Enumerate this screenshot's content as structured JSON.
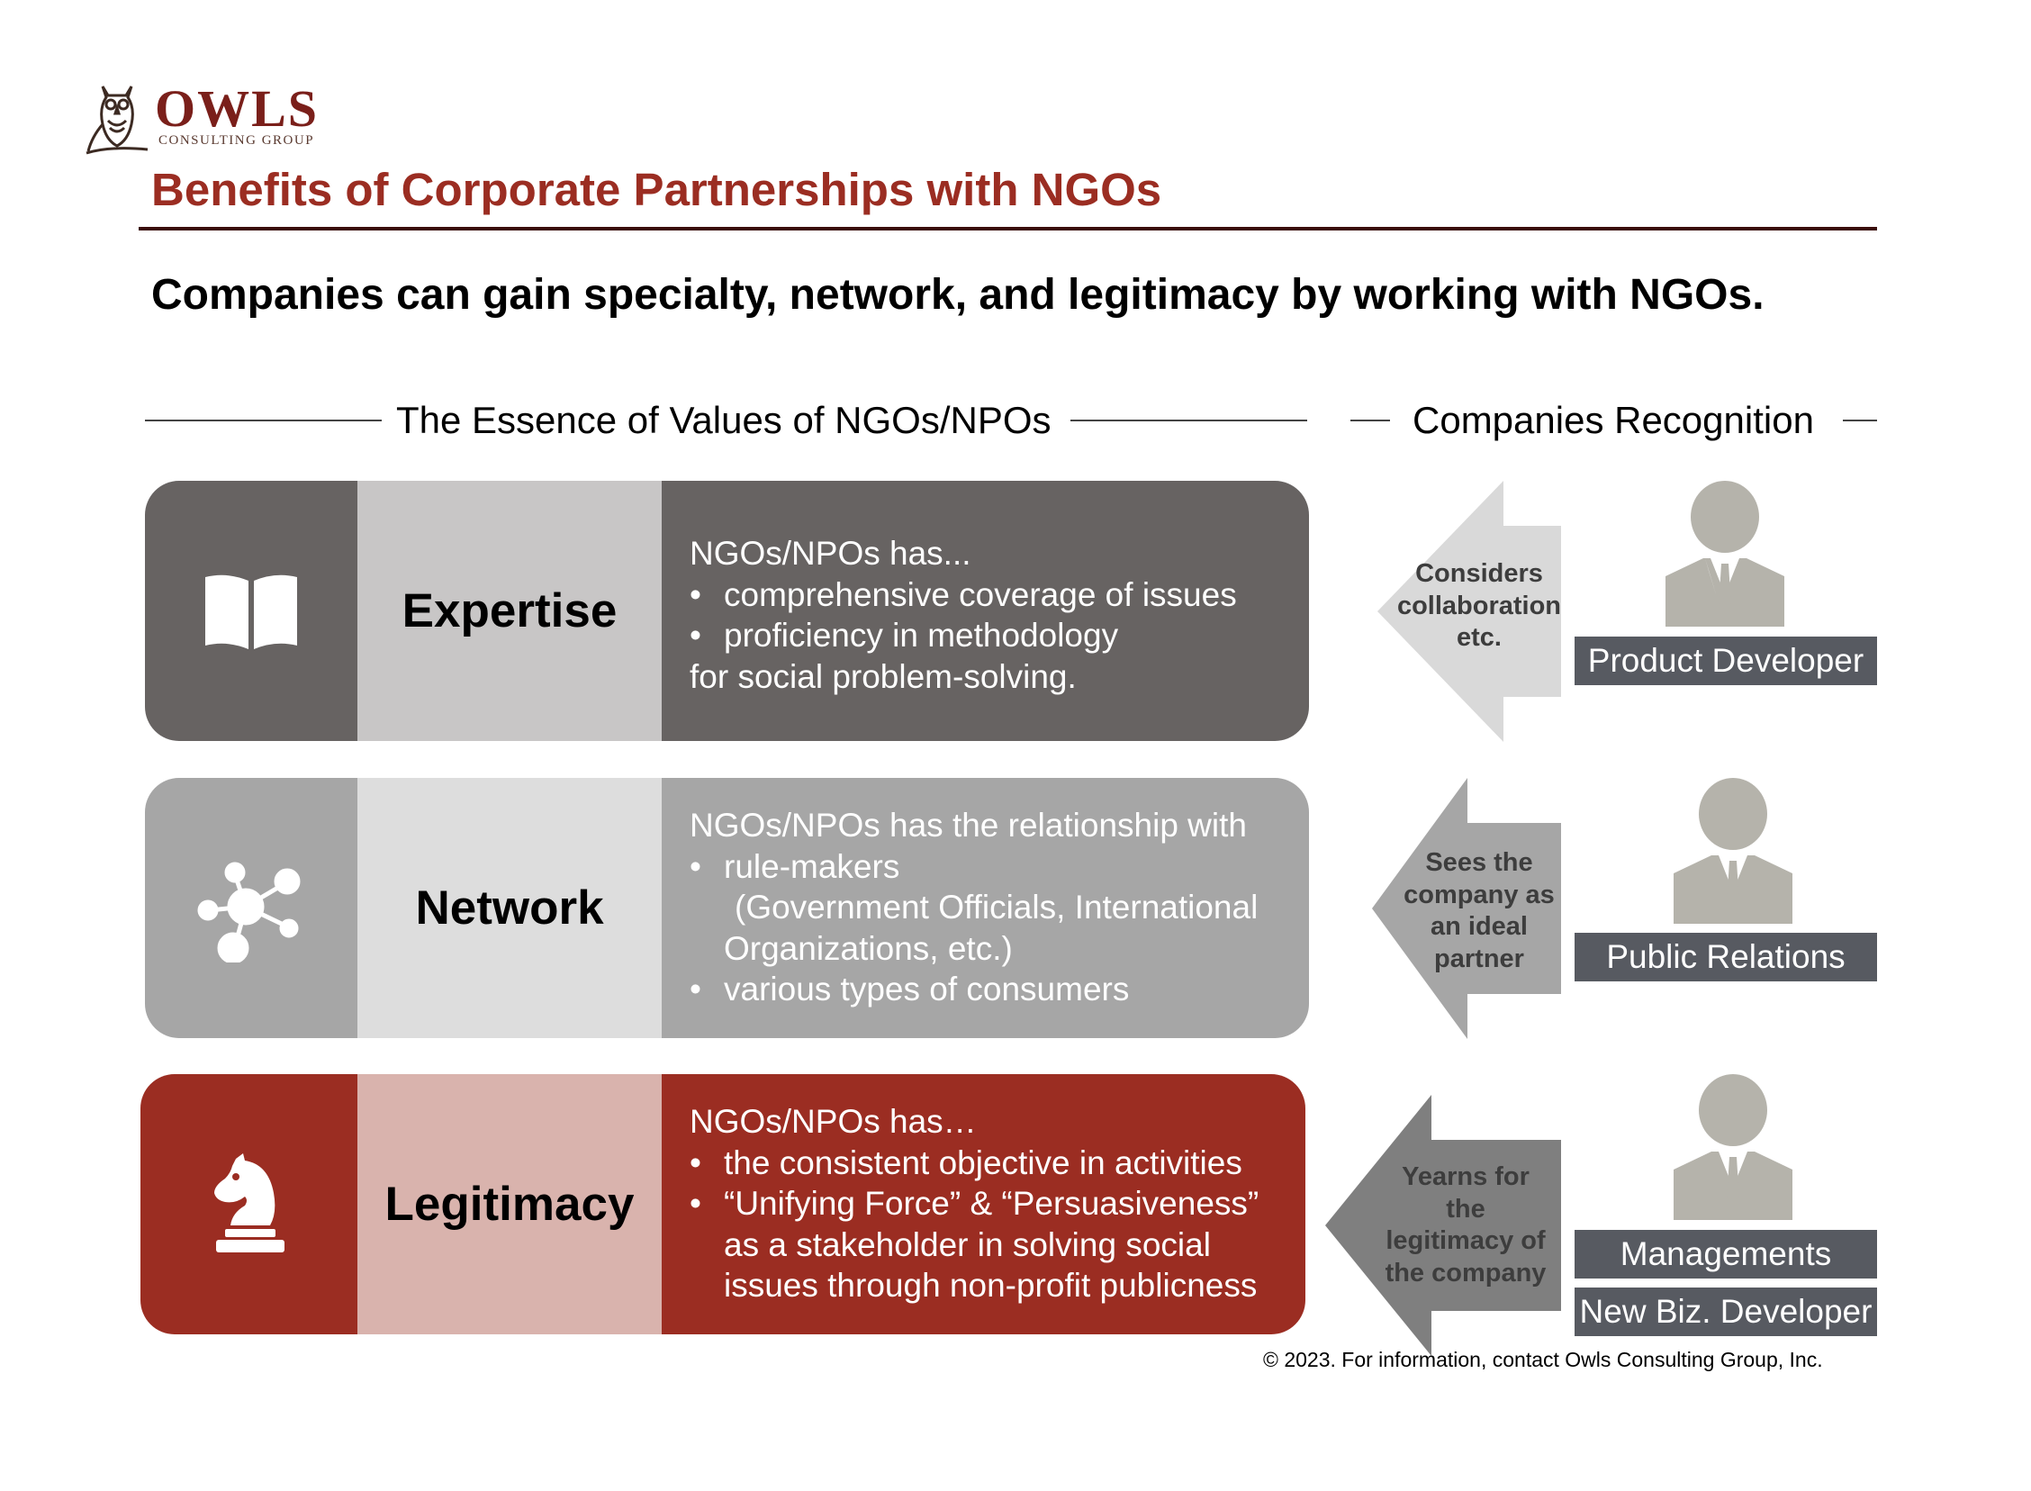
{
  "brand": {
    "name": "OWLS",
    "sub": "CONSULTING GROUP",
    "icon": "owl-logo-icon"
  },
  "title": "Benefits of Corporate Partnerships with NGOs",
  "subtitle": "Companies can gain specialty, network, and legitimacy by working with NGOs.",
  "sections": {
    "left": "The Essence of Values of NGOs/NPOs",
    "right": "Companies Recognition"
  },
  "rows": [
    {
      "label": "Expertise",
      "icon": "open-book-icon",
      "intro": "NGOs/NPOs has...",
      "bullets": [
        "comprehensive coverage of issues",
        "proficiency in methodology"
      ],
      "outro": "for social problem-solving.",
      "colors": {
        "icon_bg": "#676362",
        "label_bg": "#c8c6c6",
        "desc_bg": "#676362"
      }
    },
    {
      "label": "Network",
      "icon": "network-hub-icon",
      "intro": "NGOs/NPOs has the relationship with",
      "bullet1": "rule-makers",
      "bullet1_line2": "(Government Officials, International",
      "bullet1_line3": "Organizations, etc.)",
      "bullet2": "various types of consumers",
      "colors": {
        "icon_bg": "#a6a6a6",
        "label_bg": "#dddddd",
        "desc_bg": "#a6a6a6"
      }
    },
    {
      "label": "Legitimacy",
      "icon": "chess-knight-icon",
      "intro": "NGOs/NPOs has…",
      "bullet1": "the consistent objective in activities",
      "bullet2_line1": "“Unifying Force” & “Persuasiveness”",
      "bullet2_line2": "as a stakeholder in solving social",
      "bullet2_line3": "issues through non-profit publicness",
      "colors": {
        "icon_bg": "#9b2d22",
        "label_bg": "#d9b3ad",
        "desc_bg": "#9b2d22"
      }
    }
  ],
  "recognition": [
    {
      "arrow_lines": [
        "Considers",
        "collaboration",
        "etc."
      ],
      "roles": [
        "Product Developer"
      ],
      "arrow_color": "#d9d9d9"
    },
    {
      "arrow_lines": [
        "Sees the",
        "company as",
        "an ideal",
        "partner"
      ],
      "roles": [
        "Public Relations"
      ],
      "arrow_color": "#a6a6a6"
    },
    {
      "arrow_lines": [
        "Yearns for",
        "the",
        "legitimacy of",
        "the company"
      ],
      "roles": [
        "Managements",
        "New Biz. Developer"
      ],
      "arrow_color": "#7f7f7f"
    }
  ],
  "person_icon": "businessman-icon",
  "footer": "© 2023. For information, contact Owls Consulting Group, Inc."
}
